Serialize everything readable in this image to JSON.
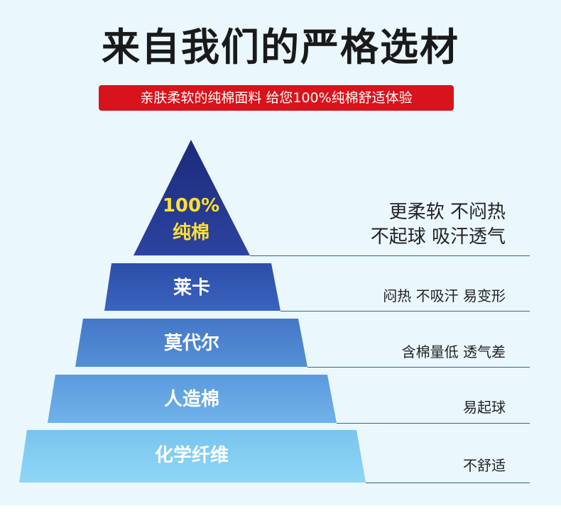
{
  "header": {
    "title": "来自我们的严格选材",
    "subtitle": "亲肤柔软的纯棉面料 给您100%纯棉舒适体验"
  },
  "colors": {
    "background": "#eaf7fd",
    "subtitle_bg": "#d8131b",
    "top_label": "#ffe033",
    "tier1": "#243a8f",
    "tier2": "#2f55b0",
    "tier3": "#4b83cf",
    "tier4": "#62a3e0",
    "tier5": "#86d1f2"
  },
  "tiers": [
    {
      "label_line1": "100%",
      "label_line2": "纯棉",
      "feature_line1": "更柔软 不闷热",
      "feature_line2": "不起球 吸汗透气"
    },
    {
      "label": "莱卡",
      "feature": "闷热 不吸汗 易变形"
    },
    {
      "label": "莫代尔",
      "feature": "含棉量低 透气差"
    },
    {
      "label": "人造棉",
      "feature": "易起球"
    },
    {
      "label": "化学纤维",
      "feature": "不舒适"
    }
  ]
}
